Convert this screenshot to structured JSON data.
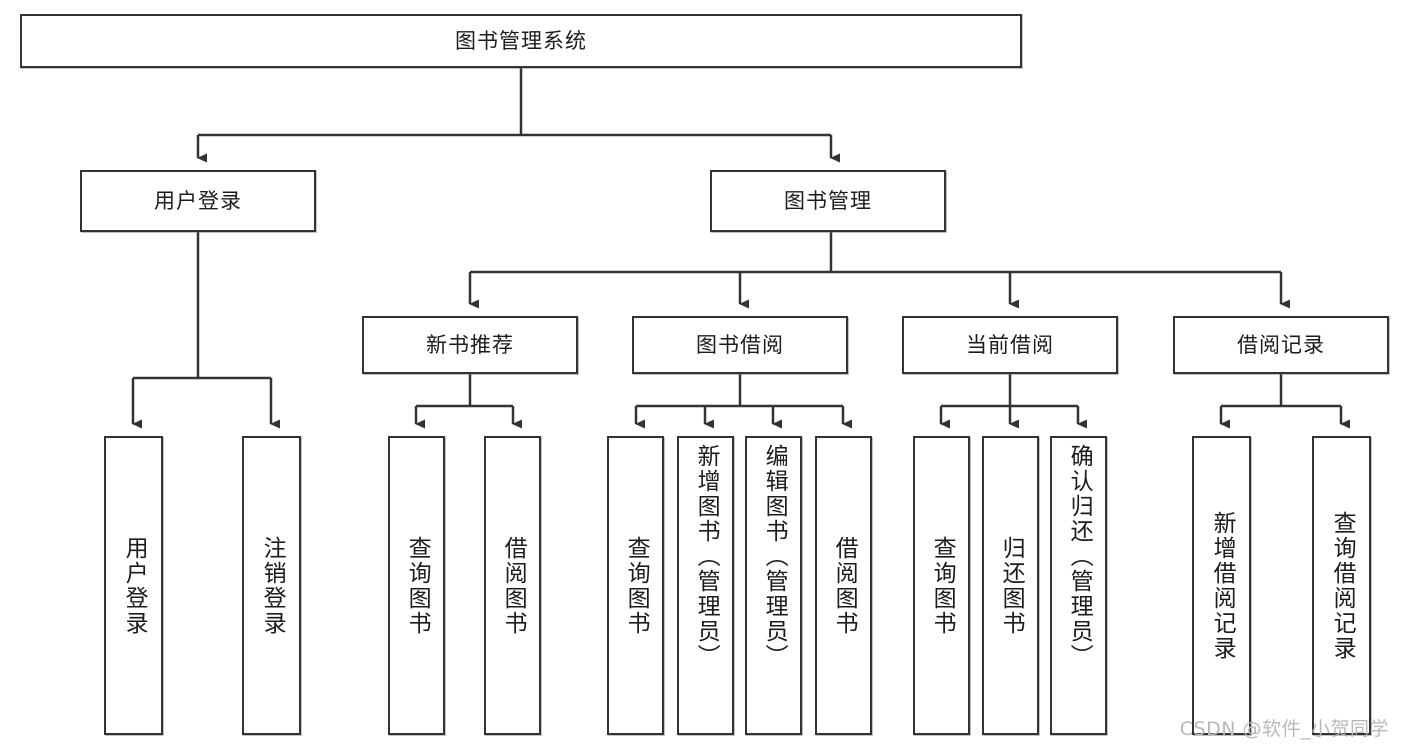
{
  "diagram": {
    "type": "tree",
    "title": "图书管理系统",
    "root": {
      "label": "图书管理系统"
    },
    "level2": [
      {
        "label": "用户登录"
      },
      {
        "label": "图书管理"
      }
    ],
    "level3": [
      {
        "label": "新书推荐"
      },
      {
        "label": "图书借阅"
      },
      {
        "label": "当前借阅"
      },
      {
        "label": "借阅记录"
      }
    ],
    "leaves": {
      "user_login": [
        {
          "label": "用户登录"
        },
        {
          "label": "注销登录"
        }
      ],
      "new_book": [
        {
          "label": "查询图书"
        },
        {
          "label": "借阅图书"
        }
      ],
      "book_borrow": [
        {
          "label": "查询图书"
        },
        {
          "label": "新增图书（管理员）"
        },
        {
          "label": "编辑图书（管理员）"
        },
        {
          "label": "借阅图书"
        }
      ],
      "current_borrow": [
        {
          "label": "查询图书"
        },
        {
          "label": "归还图书"
        },
        {
          "label": "确认归还（管理员）"
        }
      ],
      "borrow_record": [
        {
          "label": "新增借阅记录"
        },
        {
          "label": "查询借阅记录"
        }
      ]
    }
  },
  "watermark": {
    "text": "CSDN @软件_小贺同学"
  },
  "colors": {
    "stroke": "#333333",
    "fill": "#ffffff",
    "text": "#1c1c1c",
    "watermark": "#b9b9b9"
  }
}
